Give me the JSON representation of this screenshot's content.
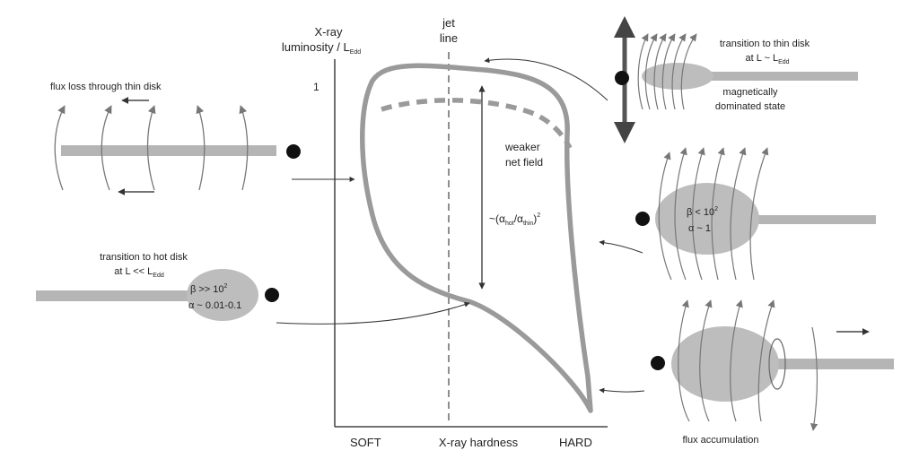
{
  "axes": {
    "y_label_line1": "X-ray",
    "y_label_line2": "luminosity / L",
    "y_label_sub": "Edd",
    "y_tick": "1",
    "x_label": "X-ray hardness",
    "x_soft": "SOFT",
    "x_hard": "HARD"
  },
  "jet_line": {
    "line1": "jet",
    "line2": "line"
  },
  "curve_labels": {
    "weaker_line1": "weaker",
    "weaker_line2": "net field",
    "ratio_prefix": "~(α",
    "ratio_sub1": "hot",
    "ratio_mid": "/α",
    "ratio_sub2": "thin",
    "ratio_suffix": ")",
    "ratio_sup": "2"
  },
  "panels": {
    "flux_loss": {
      "label": "flux loss through thin disk"
    },
    "hot_disk": {
      "title_line1": "transition to hot disk",
      "title_line2": "at L << L",
      "title_sub": "Edd",
      "beta": "β >> 10",
      "beta_sup": "2",
      "alpha": "α ~ 0.01-0.1"
    },
    "thin_disk": {
      "title_line1": "transition to thin disk",
      "title_line2": "at L ~ L",
      "title_sub": "Edd",
      "state_line1": "magnetically",
      "state_line2": "dominated state"
    },
    "hard_state": {
      "beta": "β < 10",
      "beta_sup": "2",
      "alpha": "α ~ 1"
    },
    "flux_accumulation": {
      "label": "flux accumulation"
    }
  },
  "colors": {
    "track": "#9a9a9a",
    "disk": "#b5b5b5",
    "blob": "#bdbdbd",
    "ink": "#222222",
    "arrow_thick": "#555555"
  }
}
